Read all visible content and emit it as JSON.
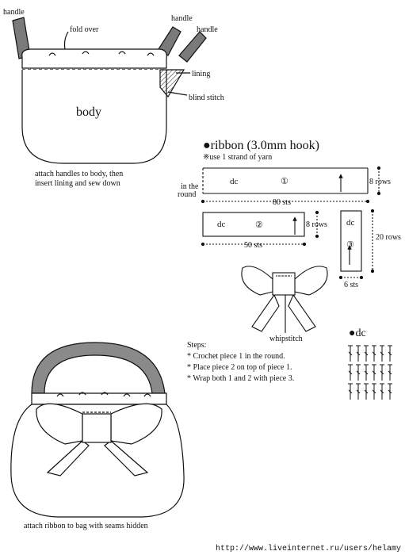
{
  "top_diagram": {
    "handle_left": "handle",
    "fold_over": "fold over",
    "handle_right_1": "handle",
    "handle_right_2": "handle",
    "lining": "lining",
    "blind_stitch": "blind stitch",
    "body": "body",
    "caption_line1": "attach handles to body, then",
    "caption_line2": "insert lining and sew down"
  },
  "ribbon": {
    "title": "●ribbon (3.0mm hook)",
    "note": "※use 1 strand of yarn",
    "in_the_round_1": "in the",
    "in_the_round_2": "round",
    "piece1": {
      "stitch": "dc",
      "number": "①",
      "rows": "8 rows",
      "width": "80 sts"
    },
    "piece2": {
      "stitch": "dc",
      "number": "②",
      "rows": "8 rows",
      "width": "50 sts"
    },
    "piece3": {
      "stitch": "dc",
      "number": "③",
      "rows": "20 rows",
      "width": "6 sts"
    },
    "whipstitch": "whipstitch"
  },
  "steps": {
    "heading": "Steps:",
    "items": [
      "* Crochet piece 1 in the round.",
      "* Place piece 2  on top of piece 1.",
      "* Wrap both 1 and 2 with piece 3."
    ]
  },
  "dc_symbol": {
    "title": "●dc"
  },
  "bottom_caption": "attach ribbon to bag with seams hidden",
  "footer_url": "http://www.liveinternet.ru/users/helamy"
}
